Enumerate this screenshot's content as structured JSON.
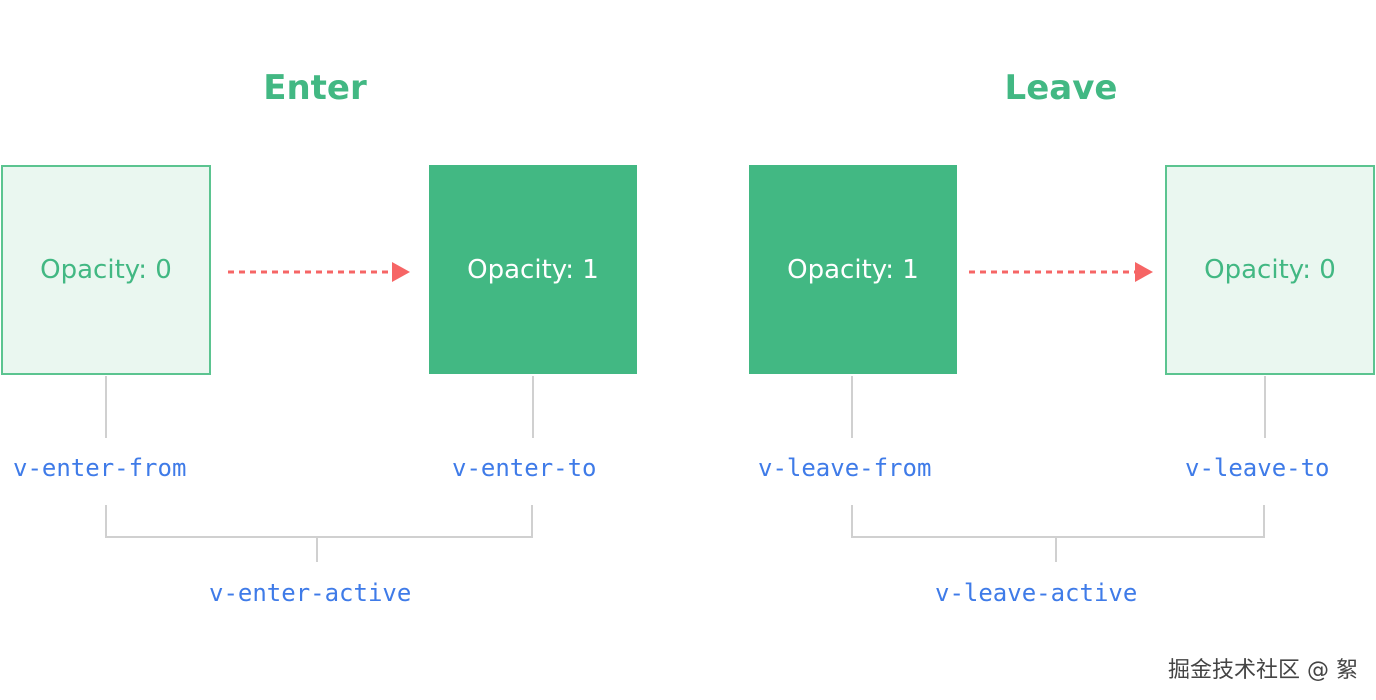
{
  "enter": {
    "title": "Enter",
    "from_box": "Opacity: 0",
    "to_box": "Opacity: 1",
    "from_class": "v-enter-from",
    "to_class": "v-enter-to",
    "active_class": "v-enter-active"
  },
  "leave": {
    "title": "Leave",
    "from_box": "Opacity: 1",
    "to_box": "Opacity: 0",
    "from_class": "v-leave-from",
    "to_class": "v-leave-to",
    "active_class": "v-leave-active"
  },
  "watermark": "掘金技术社区 @ 絮",
  "colors": {
    "green": "#42b883",
    "green_light_bg": "#eaf7f0",
    "class_blue": "#3f7be8",
    "arrow_red": "#f66565",
    "connector_gray": "#d0d0d0"
  }
}
